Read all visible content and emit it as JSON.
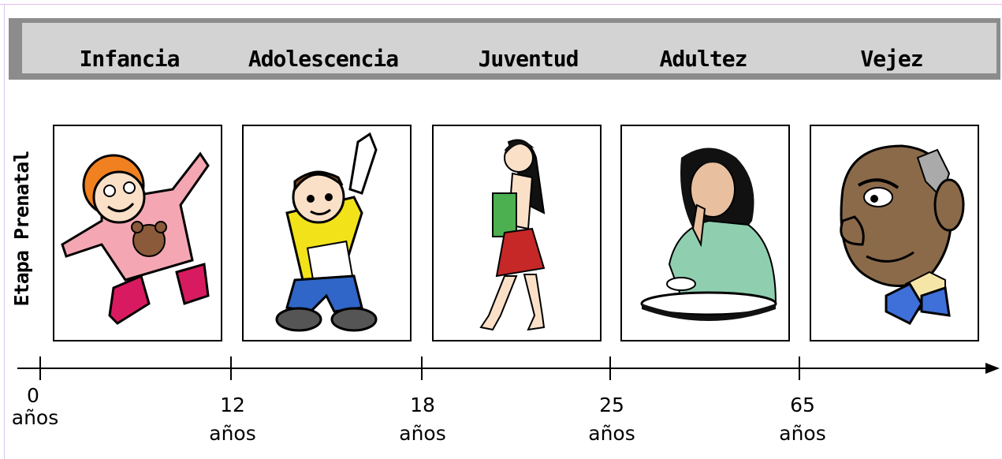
{
  "stages": [
    "Infancia",
    "Adolescencia",
    "Juventud",
    "Adultez",
    "Vejez"
  ],
  "side_label": "Etapa Prenatal",
  "ticks": [
    {
      "value": "0",
      "unit": "años"
    },
    {
      "value": "12",
      "unit": "años"
    },
    {
      "value": "18",
      "unit": "años"
    },
    {
      "value": "25",
      "unit": "años"
    },
    {
      "value": "65",
      "unit": "años"
    }
  ],
  "images": [
    "girl-toddler",
    "boy-waving",
    "young-woman-walking",
    "woman-thinking",
    "old-man"
  ]
}
